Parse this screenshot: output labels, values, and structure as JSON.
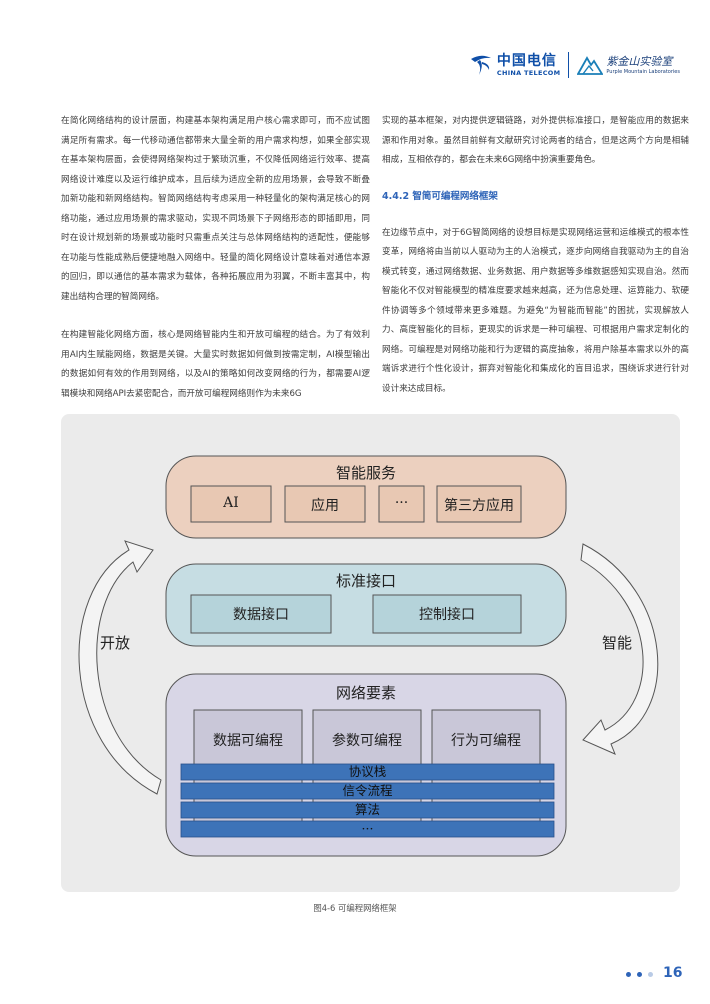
{
  "header": {
    "logo1_cn": "中国电信",
    "logo1_en": "CHINA TELECOM",
    "logo2_cn": "紫金山实验室",
    "logo2_en": "Purple Mountain Laboratories"
  },
  "left_column": {
    "paragraphs": [
      "在简化网络结构的设计层面，构建基本架构满足用户核心需求即可，而不应试图满足所有需求。每一代移动通信都带来大量全新的用户需求构想，如果全部实现在基本架构层面，会使得网络架构过于繁琐沉重，不仅降低网络运行效率、提高网络设计难度以及运行维护成本，且后续为适应全新的应用场景，会导致不断叠加新功能和新网络结构。智简网络结构考虑采用一种轻量化的架构满足核心的网络功能，通过应用场景的需求驱动，实现不同场景下子网络形态的即插即用，同时在设计规划新的场景或功能时只需重点关注与总体网络结构的适配性，便能够在功能与性能成熟后便捷地融入网络中。轻量的简化网络设计意味着对通信本源的回归，即以通信的基本需求为载体，各种拓展应用为羽翼，不断丰富其中，构建出结构合理的智简网络。",
      "在构建智能化网络方面，核心是网络智能内生和开放可编程的结合。为了有效利用AI内生赋能网络，数据是关键。大量实时数据如何做到按需定制，AI模型输出的数据如何有效的作用到网络，以及AI的策略如何改变网络的行为，都需要AI逻辑模块和网络API去紧密配合，而开放可编程网络则作为未来6G"
    ]
  },
  "right_column": {
    "intro": "实现的基本框架，对内提供逻辑链路，对外提供标准接口，是智能应用的数据来源和作用对象。虽然目前鲜有文献研究讨论两者的结合，但是这两个方向是相辅相成，互相依存的，都会在未来6G网络中扮演重要角色。",
    "section_title": "4.4.2  智简可编程网络框架",
    "body": "在边缘节点中，对于6G智简网络的设想目标是实现网络运营和运维模式的根本性变革，网络将由当前以人驱动为主的人治模式，逐步向网络自我驱动为主的自治模式转变，通过网络数据、业务数据、用户数据等多维数据感知实现自治。然而智能化不仅对智能模型的精准度要求越来越高，还为信息处理、运算能力、软硬件协调等多个领域带来更多难题。为避免“为智能而智能”的困扰，实现解放人力、高度智能化的目标，更现实的诉求是一种可编程、可根据用户需求定制化的网络。可编程是对网络功能和行为逻辑的高度抽象，将用户除基本需求以外的高端诉求进行个性化设计，摒弃对智能化和集成化的盲目追求，围绕诉求进行针对设计来达成目标。"
  },
  "figure": {
    "top_layer": {
      "title": "智能服务",
      "items": [
        "AI",
        "应用",
        "···",
        "第三方应用"
      ],
      "color": "#ecd0bf"
    },
    "mid_layer": {
      "title": "标准接口",
      "items": [
        "数据接口",
        "控制接口"
      ],
      "color": "#c6dde3"
    },
    "bottom_layer": {
      "title": "网络要素",
      "items": [
        "数据可编程",
        "参数可编程",
        "行为可编程"
      ],
      "color": "#d8d6e6"
    },
    "stack_bars": [
      "协议栈",
      "信令流程",
      "算法",
      "···"
    ],
    "bar_color": "#3d73b8",
    "left_arrow_label": "开放",
    "right_arrow_label": "智能",
    "caption": "图4-6 可编程网络框架"
  },
  "footer": {
    "page_number": "16",
    "dot_colors": [
      "#2e64b8",
      "#2e64b8",
      "#b9cbe6"
    ]
  }
}
